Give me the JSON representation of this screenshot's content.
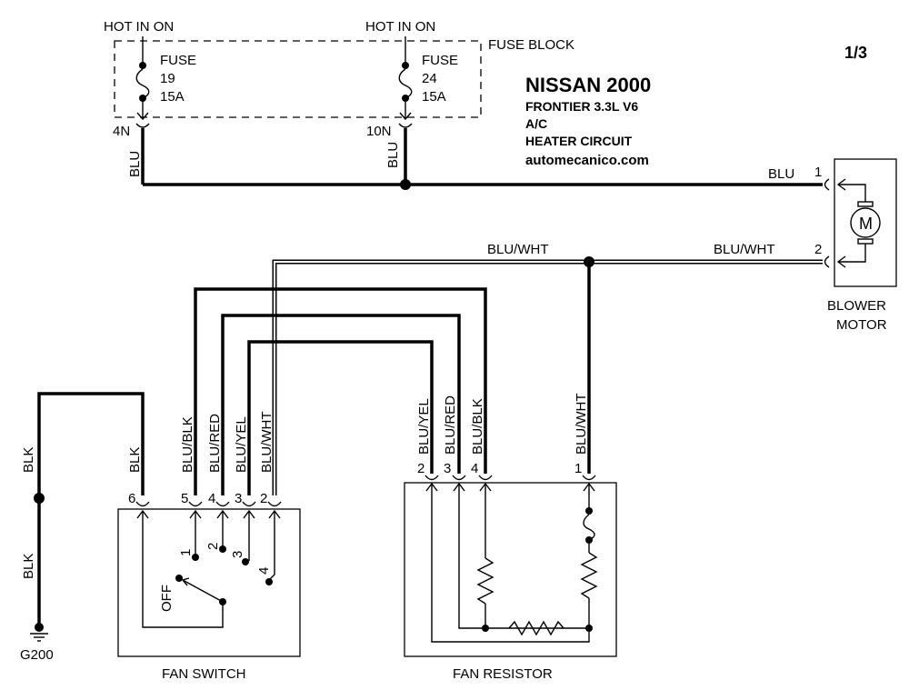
{
  "page_number": "1/3",
  "title": "NISSAN 2000",
  "subtitle_lines": [
    "FRONTIER  3.3L  V6",
    "A/C",
    "HEATER CIRCUIT",
    "automecanico.com"
  ],
  "fuse_block_label": "FUSE BLOCK",
  "fuses": [
    {
      "hot_label": "HOT IN ON",
      "line1": "FUSE",
      "line2": "19",
      "line3": "15A",
      "pin": "4N",
      "wire": "BLU"
    },
    {
      "hot_label": "HOT IN ON",
      "line1": "FUSE",
      "line2": "24",
      "line3": "15A",
      "pin": "10N",
      "wire": "BLU"
    }
  ],
  "blower_motor": {
    "label_line1": "BLOWER",
    "label_line2": "MOTOR",
    "symbol": "M",
    "pins": [
      {
        "num": "1",
        "wire": "BLU"
      },
      {
        "num": "2",
        "wire": "BLU/WHT"
      }
    ]
  },
  "splice_wire_label": "BLU/WHT",
  "fan_switch": {
    "label": "FAN SWITCH",
    "pins": [
      {
        "num": "6",
        "wire": "BLK"
      },
      {
        "num": "5",
        "wire": "BLU/BLK"
      },
      {
        "num": "4",
        "wire": "BLU/RED"
      },
      {
        "num": "3",
        "wire": "BLU/YEL"
      },
      {
        "num": "2",
        "wire": "BLU/WHT"
      }
    ],
    "positions": [
      "1",
      "2",
      "3",
      "4"
    ],
    "off_label": "OFF"
  },
  "fan_resistor": {
    "label": "FAN RESISTOR",
    "pins": [
      {
        "num": "2",
        "wire": "BLU/YEL"
      },
      {
        "num": "3",
        "wire": "BLU/RED"
      },
      {
        "num": "4",
        "wire": "BLU/BLK"
      },
      {
        "num": "1",
        "wire": "BLU/WHT"
      }
    ]
  },
  "ground": {
    "label": "G200",
    "wire_upper": "BLK",
    "wire_lower": "BLK"
  }
}
